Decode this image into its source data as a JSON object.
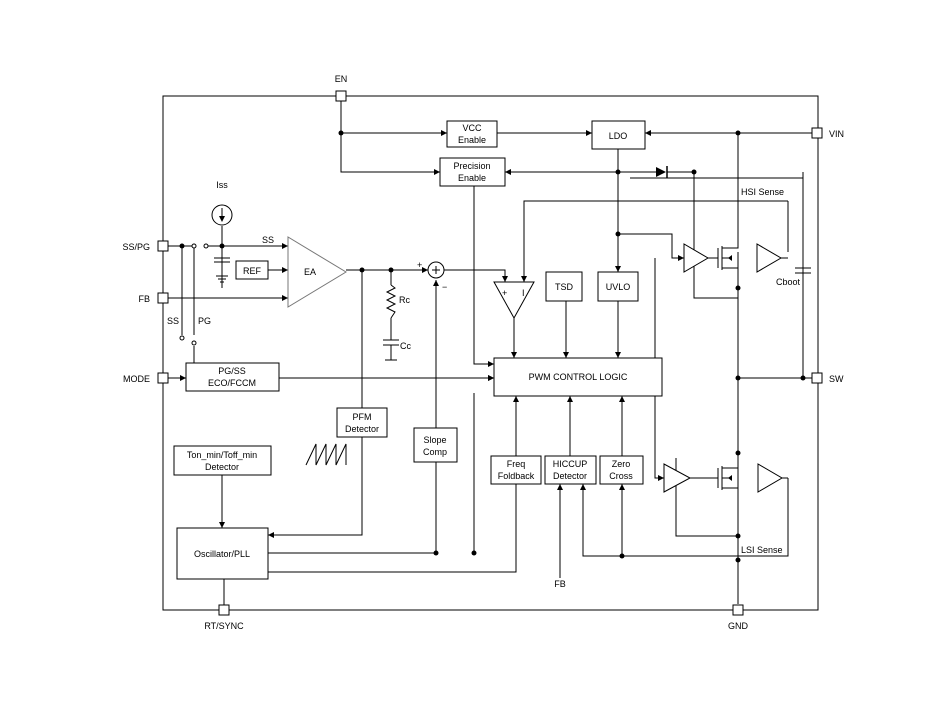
{
  "pins": {
    "en": "EN",
    "vin": "VIN",
    "ss_pg": "SS/PG",
    "fb": "FB",
    "mode": "MODE",
    "sw": "SW",
    "rt_sync": "RT/SYNC",
    "gnd": "GND"
  },
  "blocks": {
    "vcc_enable": [
      "VCC",
      "Enable"
    ],
    "ldo": "LDO",
    "precision_enable": [
      "Precision",
      "Enable"
    ],
    "ref": "REF",
    "ea": "EA",
    "tsd": "TSD",
    "uvlo": "UVLO",
    "pwm_control_logic": "PWM CONTROL LOGIC",
    "pg_ss_eco": [
      "PG/SS",
      "ECO/FCCM"
    ],
    "pfm_detector": [
      "PFM",
      "Detector"
    ],
    "slope_comp": [
      "Slope",
      "Comp"
    ],
    "ton_toff": [
      "Ton_min/Toff_min",
      "Detector"
    ],
    "freq_foldback": [
      "Freq",
      "Foldback"
    ],
    "hiccup_detector": [
      "HICCUP",
      "Detector"
    ],
    "zero_cross": [
      "Zero",
      "Cross"
    ],
    "oscillator_pll": "Oscillator/PLL"
  },
  "labels": {
    "iss": "Iss",
    "ss_wire": "SS",
    "ss_switch": "SS",
    "pg_switch": "PG",
    "rc": "Rc",
    "cc": "Cc",
    "plus_sum": "+",
    "minus_sum": "−",
    "comp_plus": "+",
    "comp_minus": "I",
    "hsi_sense": "HSI Sense",
    "lsi_sense": "LSI Sense",
    "cboot": "Cboot",
    "fb_bottom": "FB"
  }
}
